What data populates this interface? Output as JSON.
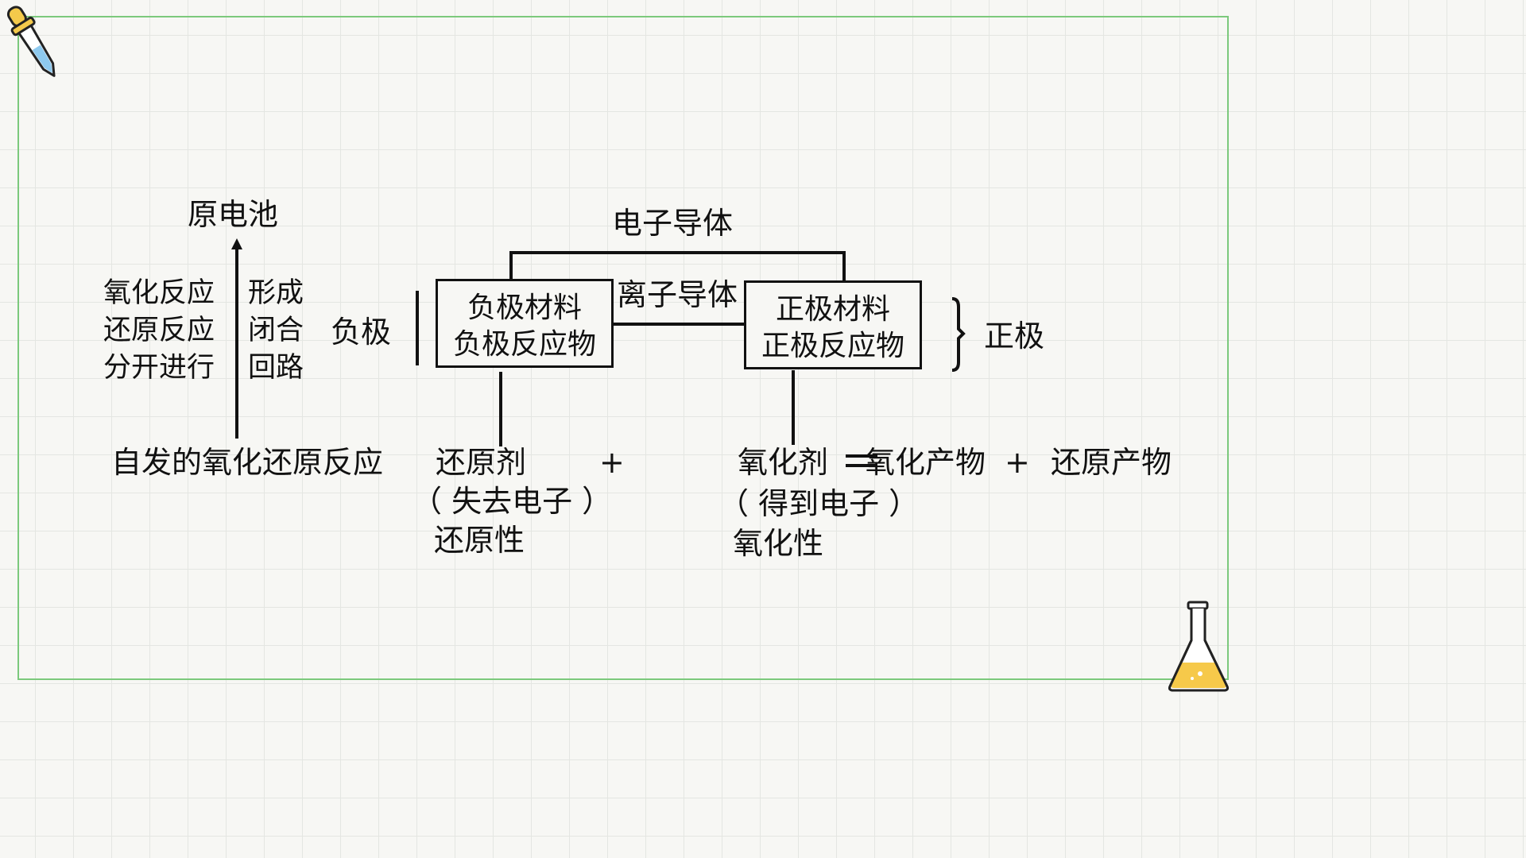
{
  "diagram": {
    "left": {
      "top_label": "原电池",
      "col1": [
        "氧化反应",
        "还原反应",
        "分开进行"
      ],
      "col2": [
        "形成",
        "闭合",
        "回路"
      ],
      "neg_label": "负极",
      "bottom_label": "自发的氧化还原反应"
    },
    "circuit": {
      "electron_label": "电子导体",
      "ion_label": "离子导体",
      "neg_box": [
        "负极材料",
        "负极反应物"
      ],
      "pos_box": [
        "正极材料",
        "正极反应物"
      ],
      "pos_label": "正极"
    },
    "reaction": {
      "reductant": "还原剂",
      "reductant_note": "（ 失去电子 ）",
      "reductant_prop": "还原性",
      "plus1": "+",
      "oxidant": "氧化剂",
      "oxidant_note": "（ 得到电子 ）",
      "oxidant_prop": "氧化性",
      "equals": "=",
      "ox_product": "氧化产物",
      "plus2": "+",
      "red_product": "还原产物"
    }
  },
  "colors": {
    "border": "#7cc97c",
    "grid": "#e4e6e2",
    "ink": "#111111",
    "flask_liquid": "#f6c94a",
    "dropper_liquid": "#8ec9ee"
  },
  "icons": [
    "dropper-icon",
    "flask-icon"
  ]
}
